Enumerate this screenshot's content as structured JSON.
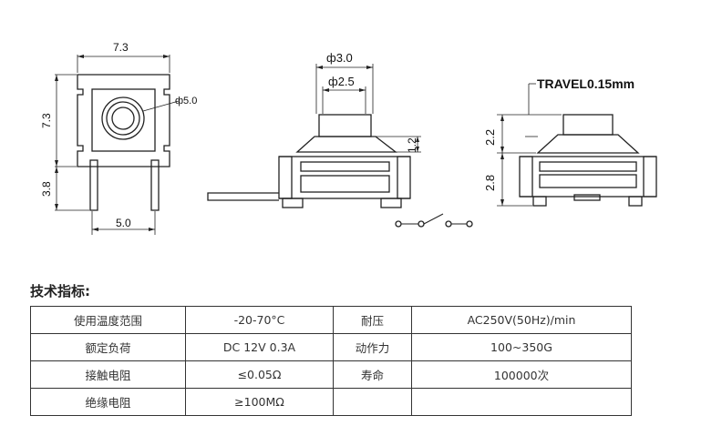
{
  "drawing": {
    "front": {
      "width_label": "7.3",
      "height_label": "7.3",
      "lead_label": "3.8",
      "pitch_label": "5.0",
      "circle_label": "ф5.0"
    },
    "side": {
      "outer_dia_label": "ф3.0",
      "inner_dia_label": "ф2.5",
      "step_label": "1.2"
    },
    "right": {
      "travel_label": "TRAVEL0.15mm",
      "top_label": "2.2",
      "body_label": "2.8"
    }
  },
  "specs": {
    "title": "技术指标:",
    "rows": [
      [
        "使用温度范围",
        "-20-70°C",
        "耐压",
        "AC250V(50Hz)/min"
      ],
      [
        "额定负荷",
        "DC 12V 0.3A",
        "动作力",
        "100~350G"
      ],
      [
        "接触电阻",
        "≤0.05Ω",
        "寿命",
        "100000次"
      ],
      [
        "绝缘电阻",
        "≥100MΩ",
        "",
        ""
      ]
    ]
  }
}
